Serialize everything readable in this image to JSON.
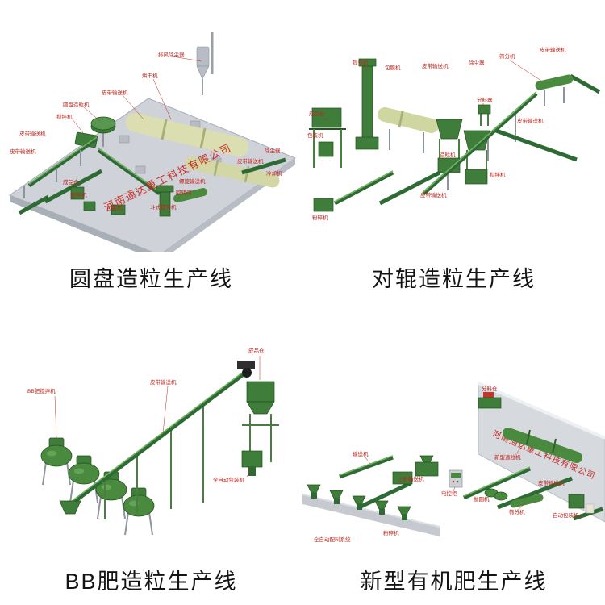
{
  "watermark": "河南通达重工科技有限公司",
  "colors": {
    "machine_green": "#3f7d3b",
    "belt_green": "#2e6b34",
    "drum_tan": "#dadeb0",
    "platform_gray": "#cfd3d9",
    "label_red": "#c0251c",
    "watermark_red": "#c8231d",
    "caption_black": "#141414",
    "background": "#ffffff"
  },
  "panels": [
    {
      "caption": "圆盘造粒生产线",
      "labels": [
        "排风除尘器",
        "烘干机",
        "皮带输送机",
        "圆盘造粒机",
        "搅拌机",
        "皮带输送机",
        "皮带输送机",
        "成品仓",
        "粉碎机",
        "包装机",
        "斗式提升机",
        "回转筛",
        "螺旋输送机",
        "冷却机",
        "皮带输送机",
        "除尘器"
      ]
    },
    {
      "caption": "对辊造粒生产线",
      "labels": [
        "成品仓",
        "包装机",
        "提升机",
        "包膜机",
        "皮带输送机",
        "除尘器",
        "筛分机",
        "皮带输送机",
        "分料器",
        "皮带输送机",
        "造粒机",
        "搅拌机",
        "皮带输送机",
        "粉碎机"
      ]
    },
    {
      "caption": "BB肥造粒生产线",
      "labels": [
        "BB肥搅拌机",
        "皮带输送机",
        "成品仓",
        "全自动包装机"
      ]
    },
    {
      "caption": "新型有机肥生产线",
      "labels": [
        "分料仓",
        "输送机",
        "上料输送机",
        "电控柜",
        "新型造粒机",
        "皮带输送机",
        "抛圆机",
        "筛分机",
        "自动包装机",
        "全自动配料系统",
        "粉碎机"
      ]
    }
  ]
}
